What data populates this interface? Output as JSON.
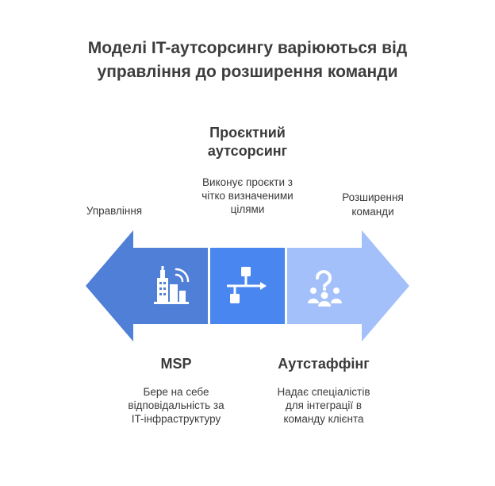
{
  "title": {
    "line1": "Моделі IT-аутсорсингу варіюються від",
    "line2": "управління до розширення команди"
  },
  "left_end": {
    "label": "Управління"
  },
  "right_end": {
    "line1": "Розширення",
    "line2": "команди"
  },
  "models": [
    {
      "heading_lines": [
        "MSP"
      ],
      "description_lines": [
        "Бере на себе",
        "відповідальність за",
        "IT-інфраструктуру"
      ],
      "icon": "building-signal-icon",
      "color": "#4f7fd6"
    },
    {
      "heading_lines": [
        "Проєктний",
        "аутсорсинг"
      ],
      "description_lines": [
        "Виконує проєкти з",
        "чітко визначеними",
        "цілями"
      ],
      "icon": "flowchart-icon",
      "color": "#4a86f0"
    },
    {
      "heading_lines": [
        "Аутстаффінг"
      ],
      "description_lines": [
        "Надає спеціалістів",
        "для інтеграції в",
        "команду клієнта"
      ],
      "icon": "team-question-icon",
      "color": "#a3c0fa"
    }
  ],
  "colors": {
    "left_arrow": "#4f7fd6",
    "right_arrow": "#a3c0fa",
    "icon_fill": "#ffffff"
  }
}
